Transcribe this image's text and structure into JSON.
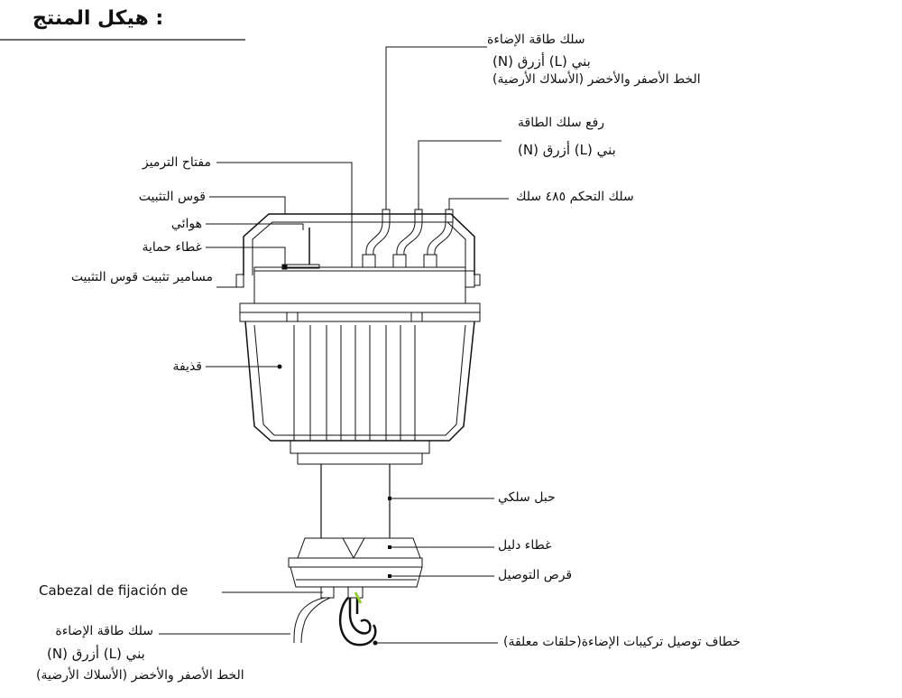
{
  "title": "هيكل المنتج :",
  "labels": {
    "power_top_1": "سلك طاقة الإضاءة",
    "power_top_2": "(N) أزرق (L) بني",
    "power_top_3": "(الأسلاك الأرضية) الخط الأصفر والأخضر",
    "lift_1": "رفع سلك الطاقة",
    "lift_2": "(N) أزرق (L) بني",
    "control": "سلك التحكم ٤٨٥ سلك",
    "dim_switch": "مفتاح الترميز",
    "mount_arc": "قوس التثبيت",
    "antenna": "هوائي",
    "cover": "غطاء حماية",
    "screws": "مسامير تثبيت قوس التثبيت",
    "shell": "قذيفة",
    "wire_rope": "حبل سلكي",
    "guide_cover": "غطاء دليل",
    "conn_disc": "قرص التوصيل",
    "fix_head": "Cabezal de fijación de",
    "power_bot_1": "سلك طاقة الإضاءة",
    "power_bot_2": "(N) أزرق (L) بني",
    "power_bot_3": "(الأسلاك الأرضية) الخط الأصفر والأخضر",
    "hook": "(حلقات معلقة)خطاف توصيل تركيبات الإضاءة"
  },
  "colors": {
    "line": "#111111",
    "ground_wire": "#9acd32"
  }
}
